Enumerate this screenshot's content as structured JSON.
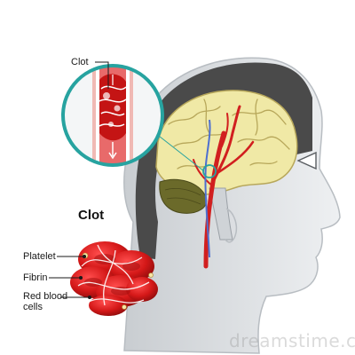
{
  "labels": {
    "zoom_clot": "Clot",
    "section_title": "Clot",
    "platelet": "Platelet",
    "fibrin": "Fibrin",
    "red_blood_cells": "Red blood cells"
  },
  "watermark": "dreamstime.com",
  "colors": {
    "head_fill": "#e3e6e9",
    "head_outline": "#b8bdc2",
    "skull_dark": "#4a4a4a",
    "brain_fill": "#f0e9a6",
    "brain_fold": "#b7a75a",
    "cerebellum": "#6b6a2a",
    "artery_red": "#d11f1f",
    "vein_blue": "#4d6fd0",
    "lens_ring": "#27a3a0",
    "clot_red": "#c41414"
  }
}
